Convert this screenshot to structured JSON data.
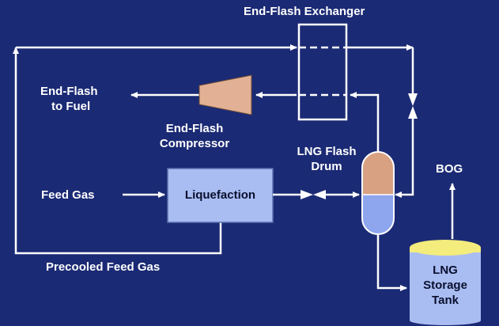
{
  "labels": {
    "exchanger": "End-Flash Exchanger",
    "to_fuel_line1": "End-Flash",
    "to_fuel_line2": "to Fuel",
    "compressor_line1": "End-Flash",
    "compressor_line2": "Compressor",
    "drum_line1": "LNG Flash",
    "drum_line2": "Drum",
    "bog": "BOG",
    "feed_gas": "Feed Gas",
    "liquefaction": "Liquefaction",
    "precooled": "Precooled Feed Gas",
    "tank_line1": "LNG",
    "tank_line2": "Storage",
    "tank_line3": "Tank"
  },
  "colors": {
    "background": "#1b2a74",
    "lines": "#ffffff",
    "compressor": "#e2b094",
    "liquefaction_box": "#a9bdf2",
    "drum_vapor": "#d8a182",
    "drum_liquid": "#8da6ee",
    "tank_body": "#a9bdf2",
    "tank_top": "#f4ec7c"
  }
}
